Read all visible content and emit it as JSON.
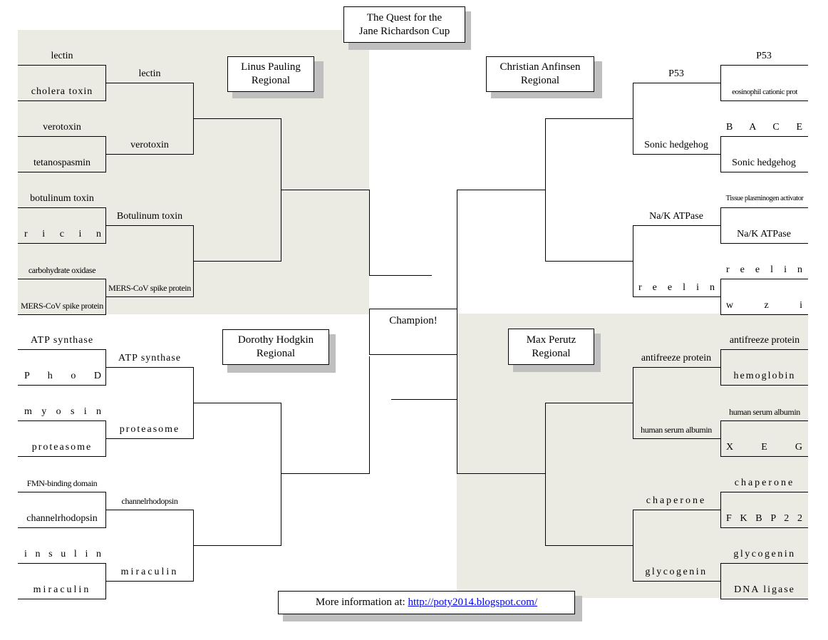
{
  "title": {
    "line1": "The Quest for the",
    "line2": "Jane Richardson Cup"
  },
  "center": {
    "label": "Champion!"
  },
  "footer": {
    "text": "More information at: ",
    "link": "http://poty2014.blogspot.com/"
  },
  "regions": {
    "pauling": {
      "line1": "Linus Pauling",
      "line2": "Regional",
      "r1": [
        "lectin",
        "cholera toxin",
        "verotoxin",
        "tetanospasmin",
        "botulinum toxin",
        "r i c i n",
        "carbohydrate oxidase",
        "MERS-CoV spike protein"
      ],
      "r2": [
        "lectin",
        "verotoxin",
        "Botulinum toxin",
        "MERS-CoV spike protein"
      ]
    },
    "hodgkin": {
      "line1": "Dorothy Hodgkin",
      "line2": "Regional",
      "r1": [
        "ATP synthase",
        "P h o D",
        "m y o s i n",
        "proteasome",
        "FMN-binding domain",
        "channelrhodopsin",
        "i n s u l i n",
        "miraculin"
      ],
      "r2": [
        "ATP synthase",
        "proteasome",
        "channelrhodopsin",
        "miraculin"
      ]
    },
    "anfinsen": {
      "line1": "Christian Anfinsen",
      "line2": "Regional",
      "r1": [
        "P53",
        "eosinophil cationic prot",
        "B A C E",
        "Sonic hedgehog",
        "Tissue plasminogen activator",
        "Na/K ATPase",
        "r e e l i n",
        "w z i"
      ],
      "r2": [
        "P53",
        "Sonic hedgehog",
        "Na/K ATPase",
        "r e e l i n"
      ]
    },
    "perutz": {
      "line1": "Max Perutz",
      "line2": "Regional",
      "r1": [
        "antifreeze protein",
        "hemoglobin",
        "human serum albumin",
        "X E G",
        "chaperone",
        "F K B P 2 2",
        "glycogenin",
        "DNA ligase"
      ],
      "r2": [
        "antifreeze protein",
        "human serum albumin",
        "chaperone",
        "glycogenin"
      ]
    }
  }
}
